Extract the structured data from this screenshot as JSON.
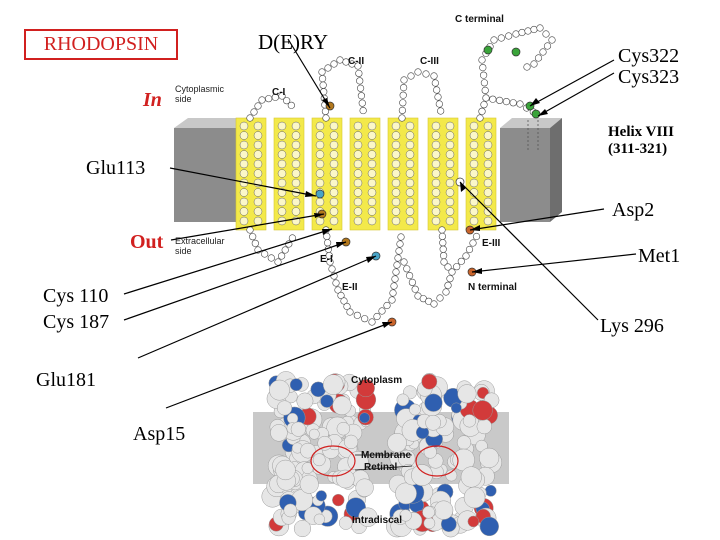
{
  "title": "RHODOPSIN",
  "labels": {
    "motif": "D(E)RY",
    "cys_pair_top_1": "Cys322",
    "cys_pair_top_2": "Cys323",
    "helix": "Helix VIII",
    "helix_range": "(311-321)",
    "in": "In",
    "out": "Out",
    "glu113": "Glu113",
    "asp2": "Asp2",
    "met1": "Met1",
    "cys110": "Cys 110",
    "cys187": "Cys 187",
    "lys296": "Lys 296",
    "glu181": "Glu181",
    "asp15": "Asp15"
  },
  "topology": {
    "c_terminal": "C terminal",
    "n_terminal": "N terminal",
    "cytoplasmic_1": "Cytoplasmic",
    "cytoplasmic_2": "side",
    "extracellular_1": "Extracellular",
    "extracellular_2": "side",
    "loops": [
      "C-I",
      "C-II",
      "C-III",
      "E-I",
      "E-II",
      "E-III"
    ]
  },
  "structure": {
    "cytoplasm": "Cytoplasm",
    "membrane": "Membrane",
    "retinal": "Retinal",
    "intradiscal": "Intradiscal"
  },
  "colors": {
    "accent_red": "#d1201f",
    "helix_yellow": "#f3e94a",
    "membrane_gray": "#9a9a9a"
  }
}
